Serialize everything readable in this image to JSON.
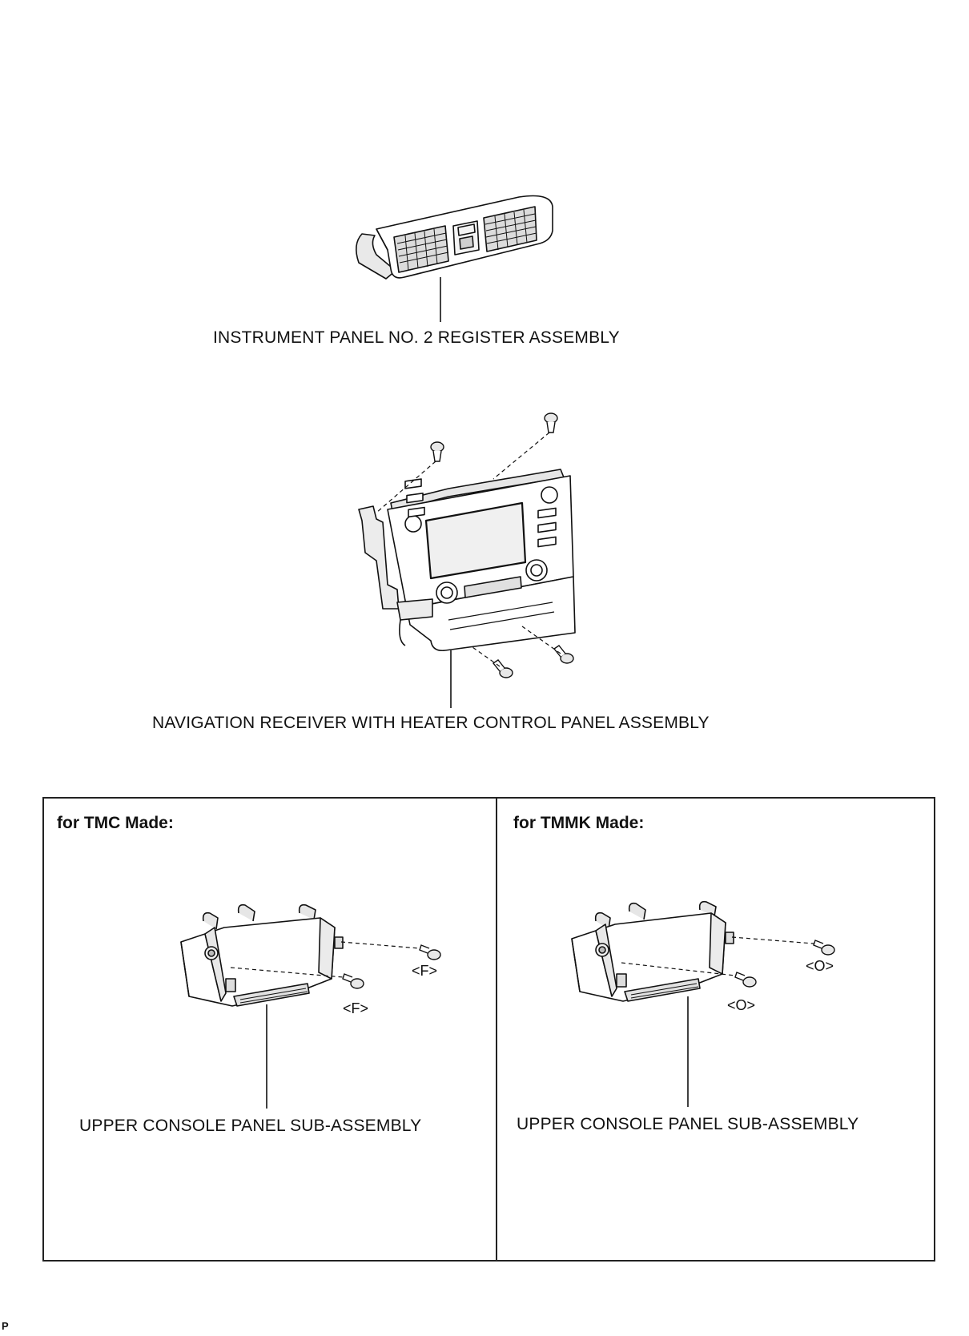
{
  "labels": {
    "register": "INSTRUMENT PANEL NO. 2 REGISTER ASSEMBLY",
    "navigation": "NAVIGATION RECEIVER WITH HEATER CONTROL PANEL ASSEMBLY"
  },
  "panels": [
    {
      "title": "for TMC Made:",
      "part": "UPPER CONSOLE PANEL SUB-ASSEMBLY",
      "fastener_code": "<F>"
    },
    {
      "title": "for TMMK Made:",
      "part": "UPPER CONSOLE PANEL SUB-ASSEMBLY",
      "fastener_code": "<O>"
    }
  ],
  "footer": "P"
}
